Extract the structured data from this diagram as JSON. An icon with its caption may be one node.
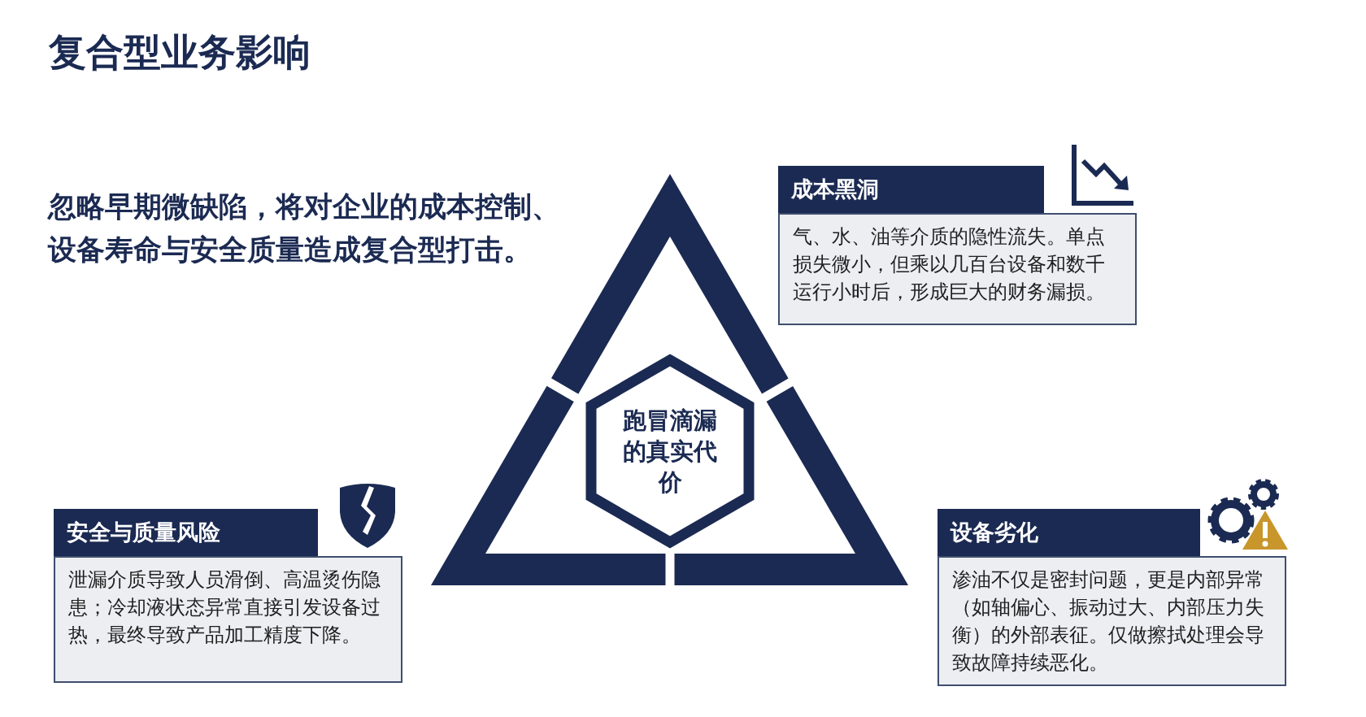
{
  "diagram": {
    "title": "复合型业务影响",
    "nodes": [
      {
        "text": [
          "成本黑洞",
          "气、水、油等介质的隐性流失。单点损失微小，但乘以几百台设备和数千运行小时后，形成巨大的财务漏损。"
        ]
      },
      {
        "text": [
          "跑冒滴漏的真实代价"
        ]
      },
      {
        "text": [
          "安全与质量风险",
          "泄漏介质导致人员滑倒、高温烫伤隐患；冷却液状态异常直接引发设备过热，最终导致产品加工精度下降。"
        ]
      },
      {
        "text": [
          "设备劣化",
          "渗油不仅是密封问题，更是内部异常（如轴偏心、振动过大、内部压力失衡）的外部表征。仅做擦拭处理会导致故障持续恶化。"
        ]
      }
    ],
    "labels": [
      "忽略早期微缺陷，将对企业的成本控制、设备寿命与安全质量造成复合型打击。"
    ]
  }
}
